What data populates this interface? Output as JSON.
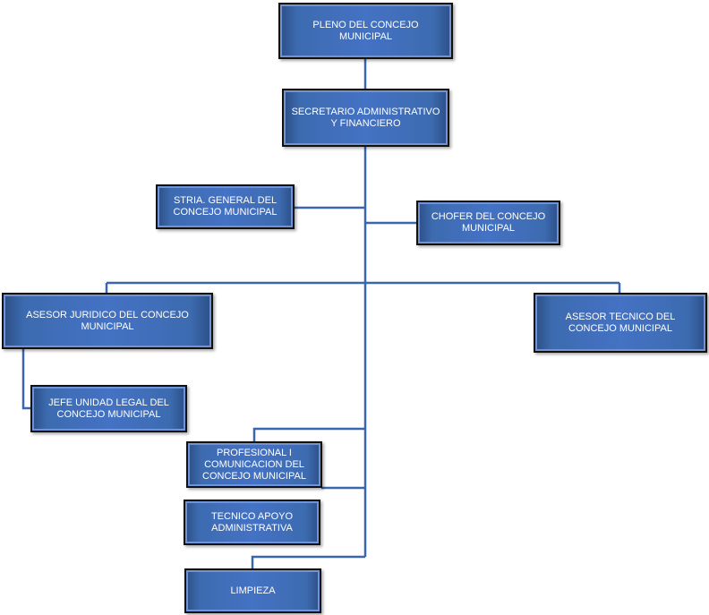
{
  "nodes": {
    "pleno": "PLENO DEL CONCEJO MUNICIPAL",
    "secretario": "SECRETARIO ADMINISTRATIVO Y FINANCIERO",
    "stria": "STRIA. GENERAL DEL CONCEJO MUNICIPAL",
    "chofer": "CHOFER DEL CONCEJO MUNICIPAL",
    "asesor_juridico": "ASESOR JURIDICO DEL CONCEJO MUNICIPAL",
    "asesor_tecnico": "ASESOR TECNICO DEL CONCEJO MUNICIPAL",
    "jefe_legal": "JEFE UNIDAD LEGAL DEL CONCEJO MUNICIPAL",
    "profesional": "PROFESIONAL I COMUNICACION DEL CONCEJO MUNICIPAL",
    "tecnico_apoyo": "TECNICO APOYO ADMINISTRATIVA",
    "limpieza": "LIMPIEZA"
  },
  "colors": {
    "box_fill": "#4472c4",
    "connector": "#3a66ad",
    "text": "#ffffff"
  }
}
